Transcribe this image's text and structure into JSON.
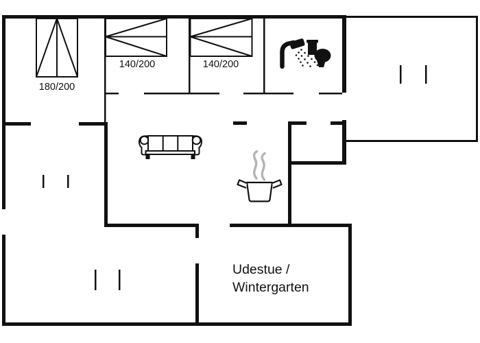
{
  "floorplan": {
    "beds": [
      {
        "id": "bed-1",
        "size_label": "180/200",
        "orientation": "vertical"
      },
      {
        "id": "bed-2",
        "size_label": "140/200",
        "orientation": "horizontal"
      },
      {
        "id": "bed-3",
        "size_label": "140/200",
        "orientation": "horizontal"
      }
    ],
    "room_labels": {
      "udestue_line1": "Udestue /",
      "udestue_line2": "Wintergarten"
    },
    "icons": [
      {
        "name": "shower-icon"
      },
      {
        "name": "toilet-icon"
      },
      {
        "name": "sofa-icon"
      },
      {
        "name": "cooking-pot-icon"
      },
      {
        "name": "steam-icon"
      },
      {
        "name": "window-mark"
      }
    ],
    "colors": {
      "wall": "#111111",
      "background": "#ffffff",
      "steam": "#b4b4b4",
      "text": "#111111"
    }
  }
}
